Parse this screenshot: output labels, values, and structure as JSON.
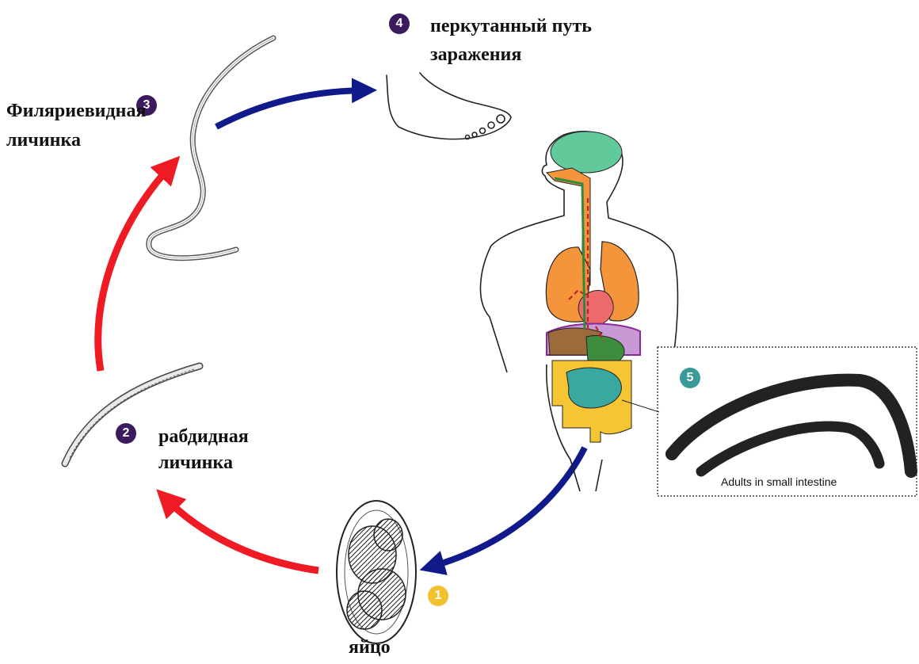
{
  "stages": [
    {
      "number": "1",
      "label": "яйцо",
      "badge_color": "#f2c12e"
    },
    {
      "number": "2",
      "label_line1": "рабдидная",
      "label_line2": "личинка",
      "badge_color": "#3b1a5e"
    },
    {
      "number": "3",
      "label_line1": "Филяриевидная",
      "label_line2": "личинка",
      "badge_color": "#3b1a5e"
    },
    {
      "number": "4",
      "label_line1": "перкутанный путь",
      "label_line2": "заражения",
      "badge_color": "#3b1a5e"
    },
    {
      "number": "5",
      "inset_caption": "Adults in small intestine",
      "badge_color": "#3a9a9a"
    }
  ],
  "colors": {
    "arrow_free_living": "#ef1b24",
    "arrow_host": "#101a8a",
    "lungs": "#f5953b",
    "brain": "#62c99a",
    "heart": "#ec6a6a",
    "liver": "#9c6b3c",
    "stomach": "#3e8d3e",
    "small_intestine": "#3aa8a0",
    "large_intestine": "#f6c533",
    "diaphragm": "#8a2a9a"
  }
}
